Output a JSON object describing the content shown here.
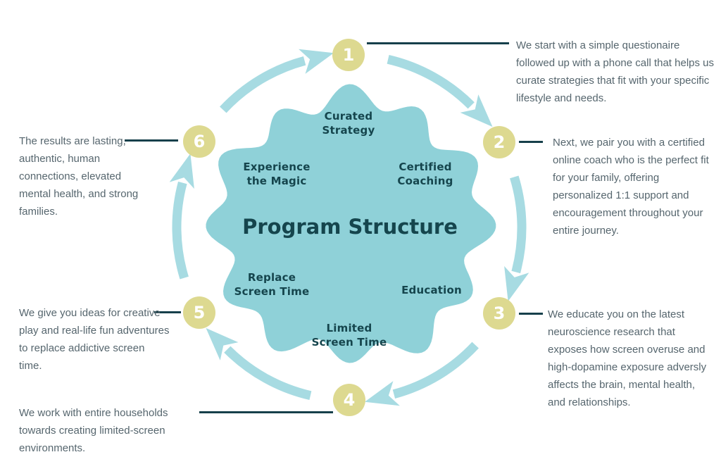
{
  "title": "Program Structure",
  "steps": [
    {
      "number": "1",
      "label": "Curated Strategy",
      "description": "We start with a simple questionaire followed up with a phone call that helps us curate strategies that fit with your specific lifestyle and needs."
    },
    {
      "number": "2",
      "label": "Certified Coaching",
      "description": "Next, we pair you with a certified online coach who is the perfect fit for your family, offering personalized 1:1 support and encouragement throughout your entire journey."
    },
    {
      "number": "3",
      "label": "Education",
      "description": "We educate you on the latest neuroscience research that exposes how screen overuse and high-dopamine exposure adversly affects the brain, mental health, and relationships."
    },
    {
      "number": "4",
      "label": "Limited Screen Time",
      "description": "We work with entire households towards creating limited-screen environments."
    },
    {
      "number": "5",
      "label": "Replace Screen Time",
      "description": "We give you ideas for creative play and real-life fun adventures to replace addictive screen time."
    },
    {
      "number": "6",
      "label": "Experience the Magic",
      "description": "The results are lasting, authentic, human connections, elevated mental health, and strong families."
    }
  ],
  "colors": {
    "bg": "#ffffff",
    "blob": "#8fd1d8",
    "arrow": "#a7dbe2",
    "circle": "#ddd990",
    "heading": "#15454d",
    "para": "#56666e",
    "leader": "#16404b"
  }
}
